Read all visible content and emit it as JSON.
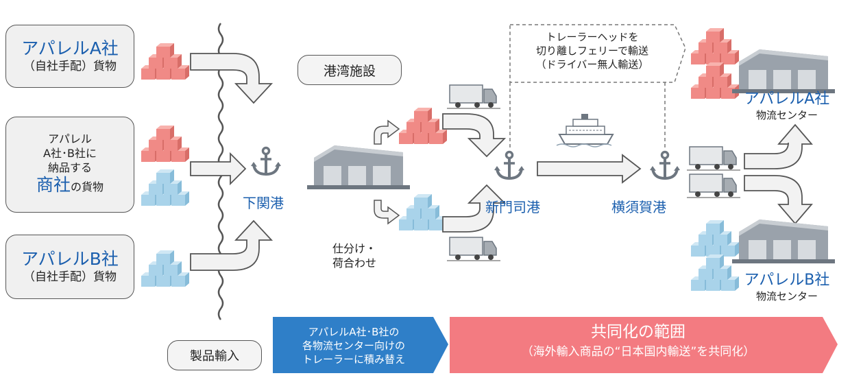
{
  "sources": [
    {
      "company": "アパレルA社",
      "sub": "（自社手配）貨物"
    },
    {
      "lines": [
        "アパレル",
        "A社･B社に",
        "納品する"
      ],
      "emph": "商社",
      "emph_suffix": "の貨物"
    },
    {
      "company": "アパレルB社",
      "sub": "（自社手配）貨物"
    }
  ],
  "ports": {
    "shimonoseki": "下関港",
    "shinmoji": "新門司港",
    "yokosuka": "横須賀港"
  },
  "facility_label": "港湾施設",
  "sorting_label": "仕分け・\n荷合わせ",
  "import_label": "製品輸入",
  "ferry_note": "トレーラーヘッドを\n切り離しフェリーで輸送\n（ドライバー無人輸送）",
  "destinations": [
    {
      "name": "アパレルA社",
      "sub": "物流センター"
    },
    {
      "name": "アパレルB社",
      "sub": "物流センター"
    }
  ],
  "banner_blue": "アパレルA社･B社の\n各物流センター向けの\nトレーラーに積み替え",
  "banner_red_title": "共同化の範囲",
  "banner_red_sub": "（海外輸入商品の“日本国内輸送”を共同化）",
  "colors": {
    "accent_blue": "#1b5fae",
    "cargo_red": "#f08a86",
    "cargo_blue": "#a9d3ea",
    "banner_blue": "#2f7fc8",
    "banner_red": "#f37b81",
    "arrow_fill": "#f2f2f2",
    "arrow_stroke": "#555555"
  }
}
